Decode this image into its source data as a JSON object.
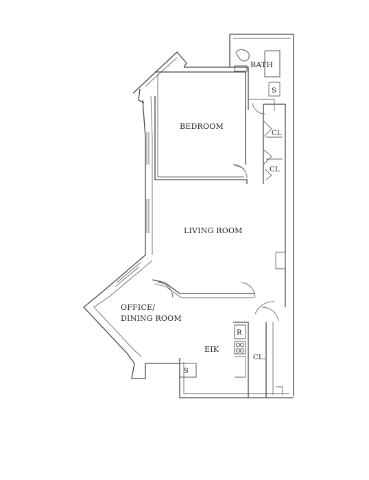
{
  "rooms": {
    "bath": "BATH",
    "bedroom": "BEDROOM",
    "living_room": "LIVING ROOM",
    "office_line1": "OFFICE/",
    "office_line2": "DINING ROOM",
    "eik": "EIK"
  },
  "fixtures": {
    "sink_bath": "S",
    "closet_1": "CL",
    "closet_2": "CL",
    "closet_3": "CL.",
    "refrigerator": "R",
    "sink_kitchen": "S"
  }
}
